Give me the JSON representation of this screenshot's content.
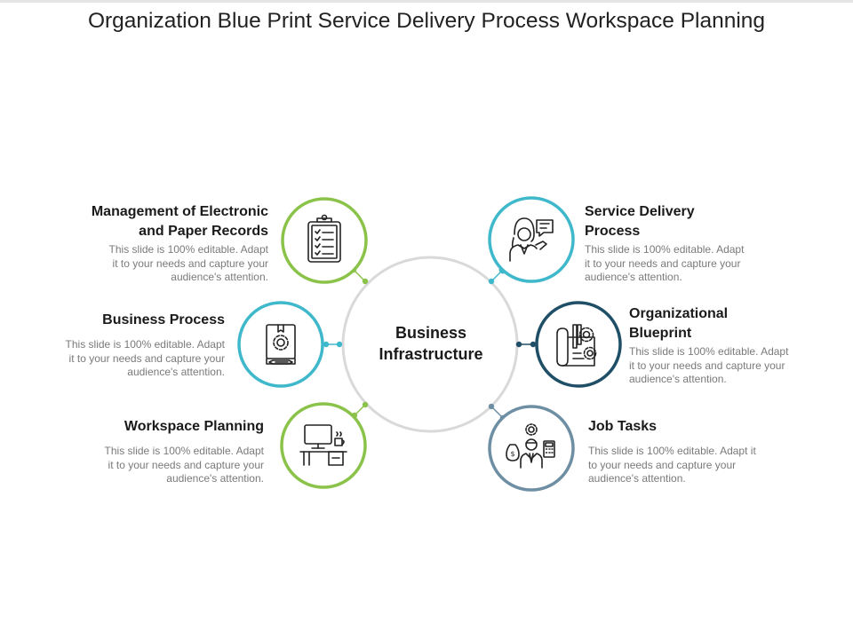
{
  "title": "Organization Blue Print Service Delivery Process Workspace Planning",
  "center": {
    "line1": "Business",
    "line2": "Infrastructure"
  },
  "colors": {
    "green": "#8bc34a",
    "teal": "#3fb8cc",
    "navy": "#1f4e67",
    "slate": "#6e8fa3",
    "ring": "#d9d9d9"
  },
  "items": [
    {
      "heading_line1": "Management of Electronic",
      "heading_line2": "and Paper Records",
      "body": [
        "This slide is 100% editable. Adapt",
        "it to your needs and capture your",
        "audience's attention."
      ],
      "icon": "clipboard-checklist-icon"
    },
    {
      "heading_line1": "Business Process",
      "heading_line2": "",
      "body": [
        "This slide is 100% editable. Adapt",
        "it to your needs and capture your",
        "audience's attention."
      ],
      "icon": "book-gear-icon"
    },
    {
      "heading_line1": "Workspace Planning",
      "heading_line2": "",
      "body": [
        "This slide is 100% editable. Adapt",
        "it to your needs and capture your",
        "audience's attention."
      ],
      "icon": "desk-computer-icon"
    },
    {
      "heading_line1": "Service Delivery",
      "heading_line2": "Process",
      "body": [
        "This slide is 100% editable. Adapt",
        "it to your needs and capture your",
        "audience's attention."
      ],
      "icon": "support-agent-icon"
    },
    {
      "heading_line1": "Organizational",
      "heading_line2": "Blueprint",
      "body": [
        "This slide is 100% editable. Adapt",
        "it to your needs and capture your",
        "audience's attention."
      ],
      "icon": "blueprint-gears-icon"
    },
    {
      "heading_line1": "Job Tasks",
      "heading_line2": "",
      "body": [
        "This slide is 100% editable. Adapt it",
        "to your needs and capture your",
        "audience's attention."
      ],
      "icon": "worker-tasks-icon"
    }
  ]
}
